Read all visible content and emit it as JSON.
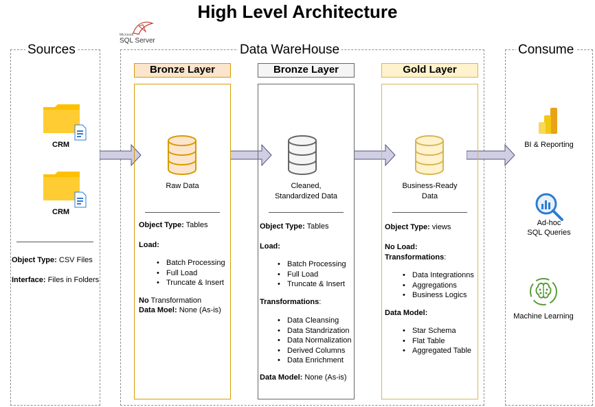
{
  "title": "High Level Architecture",
  "sql_server": {
    "vendor": "Microsoft",
    "product": "SQL Server"
  },
  "sources": {
    "title": "Sources",
    "items": [
      "CRM",
      "CRM"
    ],
    "object_type_label": "Object Type:",
    "object_type_value": "CSV Files",
    "interface_label": "Interface:",
    "interface_value": "Files in Folders"
  },
  "warehouse": {
    "title": "Data WareHouse"
  },
  "bronze": {
    "header": "Bronze Layer",
    "caption": "Raw Data",
    "object_type_label": "Object Type:",
    "object_type_value": "Tables",
    "load_label": "Load:",
    "load_items": [
      "Batch Processing",
      "Full Load",
      "Truncate & Insert"
    ],
    "transform_bold": "No",
    "transform_rest": " Transformation",
    "model_label": "Data Moel:",
    "model_value": "None (As-is)"
  },
  "silver": {
    "header": "Bronze Layer",
    "caption_line1": "Cleaned,",
    "caption_line2": "Standardized Data",
    "object_type_label": "Object Type:",
    "object_type_value": "Tables",
    "load_label": "Load:",
    "load_items": [
      "Batch Processing",
      "Full Load",
      "Truncate & Insert"
    ],
    "transform_label": "Transformations",
    "transform_colon": ":",
    "transform_items": [
      "Data Cleansing",
      "Data Standrization",
      "Data Normalization",
      "Derived Columns",
      "Data Enrichment"
    ],
    "model_label": "Data Model:",
    "model_value": "None (As-is)"
  },
  "gold": {
    "header": "Gold Layer",
    "caption_line1": "Business-Ready",
    "caption_line2": "Data",
    "object_type_label": "Object Type:",
    "object_type_value": "views",
    "load_label": "No Load:",
    "transform_label": "Transformations",
    "transform_colon": ":",
    "transform_items": [
      "Data Integrationns",
      "Aggregations",
      "Business Logics"
    ],
    "model_label": "Data Model:",
    "model_items": [
      "Star Schema",
      "Flat Table",
      "Aggregated Table"
    ]
  },
  "consume": {
    "title": "Consume",
    "bi": "BI & Reporting",
    "adhoc_line1": "Ad-hoc",
    "adhoc_line2": "SQL Queries",
    "ml": "Machine Learning"
  },
  "colors": {
    "bronze_fill": "#fce5cd",
    "bronze_border": "#d79b00",
    "silver_fill": "#f5f5f5",
    "silver_border": "#666666",
    "gold_fill": "#fff2cc",
    "gold_border": "#d6b656",
    "arrow_fill": "#d0cee2",
    "arrow_border": "#56517e",
    "folder": "#ffc000"
  }
}
